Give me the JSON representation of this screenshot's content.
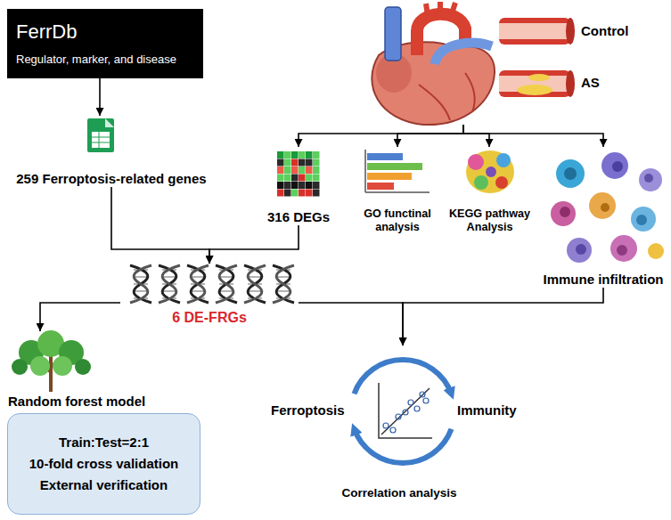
{
  "diagram": {
    "nodes": [
      {
        "text": [
          "FerrDb",
          "Regulator, marker, and disease"
        ]
      },
      {
        "text": [
          "259 Ferroptosis-related genes"
        ]
      },
      {
        "text": [
          "Control",
          "AS"
        ]
      },
      {
        "text": [
          "316 DEGs"
        ]
      },
      {
        "text": [
          "GO functinal analysis"
        ]
      },
      {
        "text": [
          "KEGG pathway Analysis"
        ]
      },
      {
        "text": [
          "Immune infiltration"
        ]
      },
      {
        "text": [
          "6 DE-FRGs"
        ]
      },
      {
        "text": [
          "Random forest model"
        ]
      },
      {
        "text": [
          "Train:Test=2:1",
          "10-fold cross validation",
          "External verification"
        ]
      },
      {
        "text": [
          "Ferroptosis",
          "Immunity",
          "Correlation analysis"
        ]
      }
    ],
    "edges": [
      {
        "from": 0,
        "to": 1,
        "arrow": "to"
      },
      {
        "from": 2,
        "to": 3,
        "arrow": "to"
      },
      {
        "from": 2,
        "to": 4,
        "arrow": "to"
      },
      {
        "from": 2,
        "to": 5,
        "arrow": "to"
      },
      {
        "from": 2,
        "to": 6,
        "arrow": "to"
      },
      {
        "from": 1,
        "to": 7,
        "arrow": "to"
      },
      {
        "from": 3,
        "to": 7,
        "arrow": "to"
      },
      {
        "from": 7,
        "to": 8,
        "arrow": "to"
      },
      {
        "from": 7,
        "to": 10,
        "arrow": "to"
      },
      {
        "from": 6,
        "to": 10,
        "arrow": "to"
      }
    ]
  }
}
